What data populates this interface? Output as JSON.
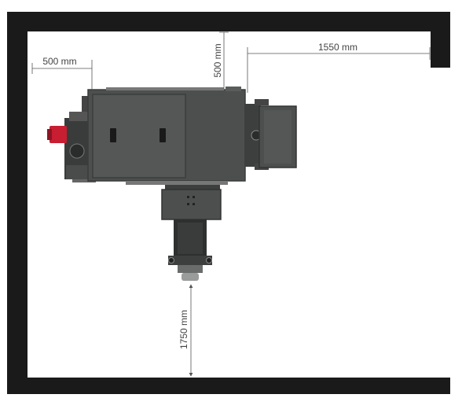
{
  "dimensions": {
    "left_clearance": "500 mm",
    "top_clearance": "500 mm",
    "right_clearance": "1550 mm",
    "bottom_clearance": "1750 mm"
  },
  "colors": {
    "wall": "#1a1a1a",
    "machine_body": "#4d4f4f",
    "machine_dark": "#2e3030",
    "machine_light": "#6a6c6c",
    "accent_red": "#c81e32",
    "dimension_line": "#555555",
    "dimension_text": "#444444"
  }
}
